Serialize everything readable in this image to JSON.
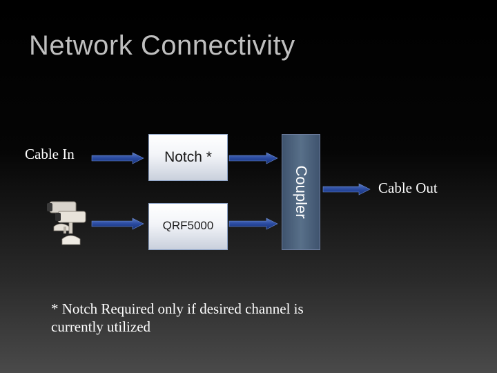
{
  "slide": {
    "title": "Network Connectivity",
    "cable_in_label": "Cable In",
    "cable_out_label": "Cable Out",
    "notch_label": "Notch *",
    "qrf_label": "QRF5000",
    "coupler_label": "Coupler",
    "footnote": "* Notch Required only if desired channel is currently utilized"
  },
  "colors": {
    "background_top": "#000000",
    "background_bottom": "#4a4a4a",
    "title_text": "#bfbfbf",
    "coupler_fill": "#4f6580",
    "box_border": "#8ea4c8",
    "arrow_fill": "#1f3c8a"
  },
  "icons": {
    "camera": "security-camera-icon"
  }
}
